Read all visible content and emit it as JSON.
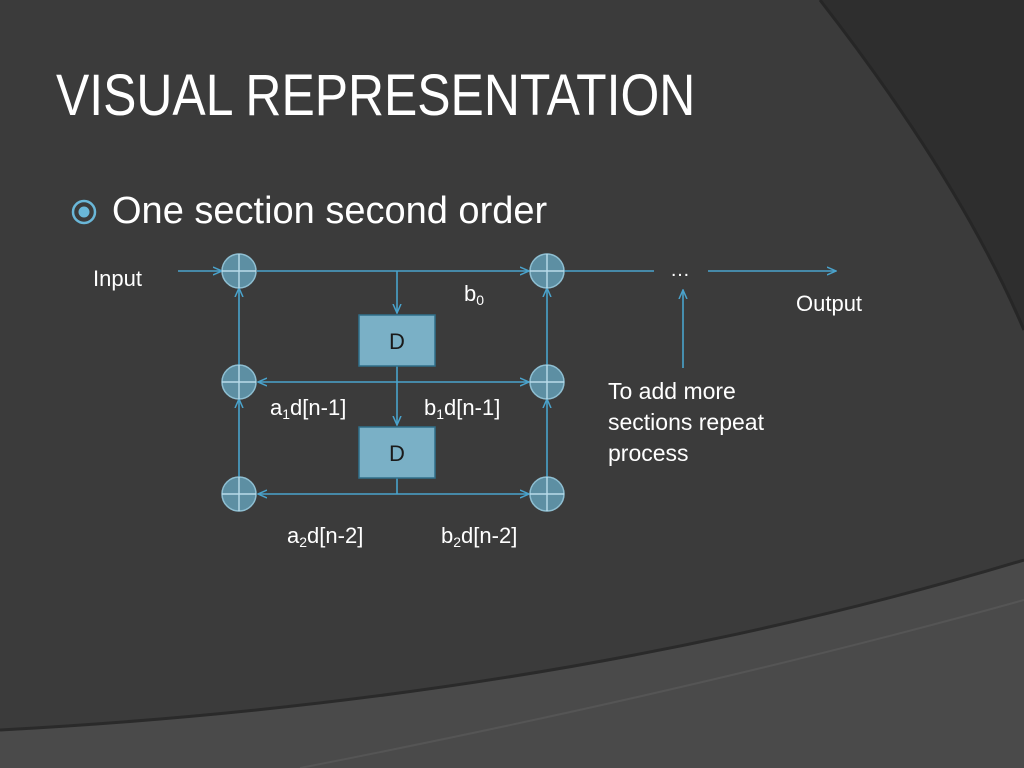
{
  "slide": {
    "title": "VISUAL REPRESENTATION",
    "bullet": "One section second order",
    "bullet_icon": "circled-dot-bullet-icon"
  },
  "diagram": {
    "input_label": "Input",
    "output_label": "Output",
    "ellipsis": "…",
    "delay_label_1": "D",
    "delay_label_2": "D",
    "b0": {
      "base": "b",
      "sub": "0",
      "suffix": ""
    },
    "a1": {
      "base": "a",
      "sub": "1",
      "suffix": "d[n-1]"
    },
    "b1": {
      "base": "b",
      "sub": "1",
      "suffix": "d[n-1]"
    },
    "a2": {
      "base": "a",
      "sub": "2",
      "suffix": "d[n-2]"
    },
    "b2": {
      "base": "b",
      "sub": "2",
      "suffix": "d[n-2]"
    },
    "note_lines": [
      "To add more",
      "sections repeat",
      "process"
    ]
  },
  "colors": {
    "line": "#4aa3cc",
    "node_fill": "#5d8fa3",
    "node_stroke": "#8fbfd2",
    "delay_fill": "#7ab0c6",
    "delay_stroke": "#2f6f8a",
    "delay_text": "#1a1a1a"
  }
}
